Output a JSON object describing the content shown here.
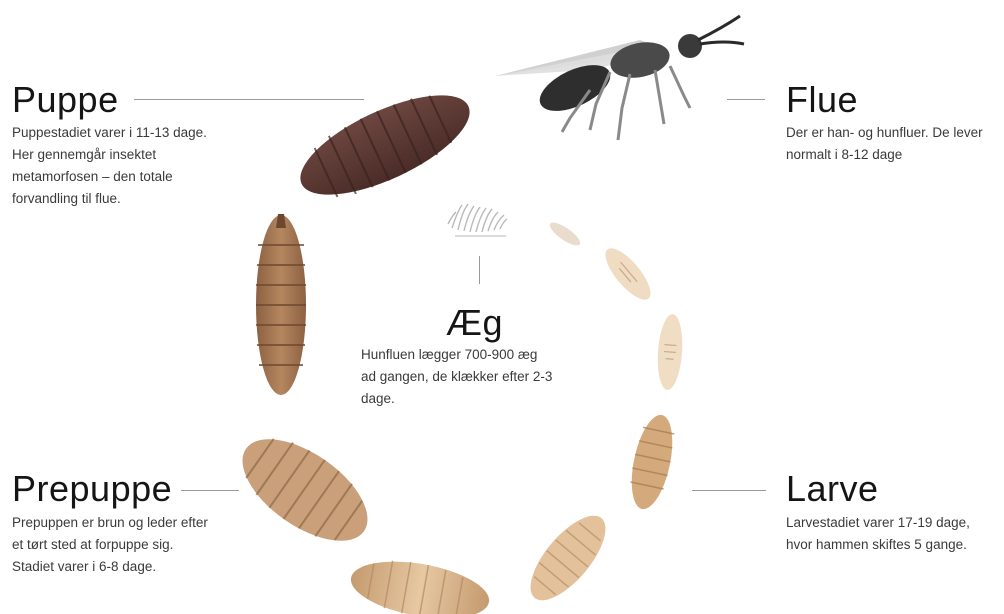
{
  "stages": {
    "puppe": {
      "title": "Puppe",
      "lines": [
        "Puppestadiet varer i 11-13 dage.",
        "Her gennemgår insektet",
        "metamorfosen – den totale",
        "forvandling til flue."
      ]
    },
    "flue": {
      "title": "Flue",
      "lines": [
        "Der er han- og hunfluer. De lever",
        "normalt i 8-12 dage"
      ]
    },
    "aeg": {
      "title": "Æg",
      "lines": [
        "Hunfluen lægger 700-900 æg",
        "ad gangen, de klækker efter 2-3",
        "dage."
      ]
    },
    "prepuppe": {
      "title": "Prepuppe",
      "lines": [
        "Prepuppen er brun og leder efter",
        "et tørt sted at forpuppe sig.",
        "Stadiet varer i 6-8 dage."
      ]
    },
    "larve": {
      "title": "Larve",
      "lines": [
        "Larvestadiet varer 17-19 dage,",
        "hvor hammen skiftes 5 gange."
      ]
    }
  },
  "colors": {
    "pupa": "#5e3b35",
    "prepupa_dark": "#8a5e40",
    "prepupa_light": "#c79d78",
    "larva": "#d8b58c",
    "larva_pale": "#efdcc3",
    "fly": "#3d3d3d",
    "rule": "#9a9a9a"
  },
  "icons": [
    "fly-icon",
    "pupa-icon",
    "prepupa-icon",
    "larva-icon",
    "eggs-icon"
  ]
}
